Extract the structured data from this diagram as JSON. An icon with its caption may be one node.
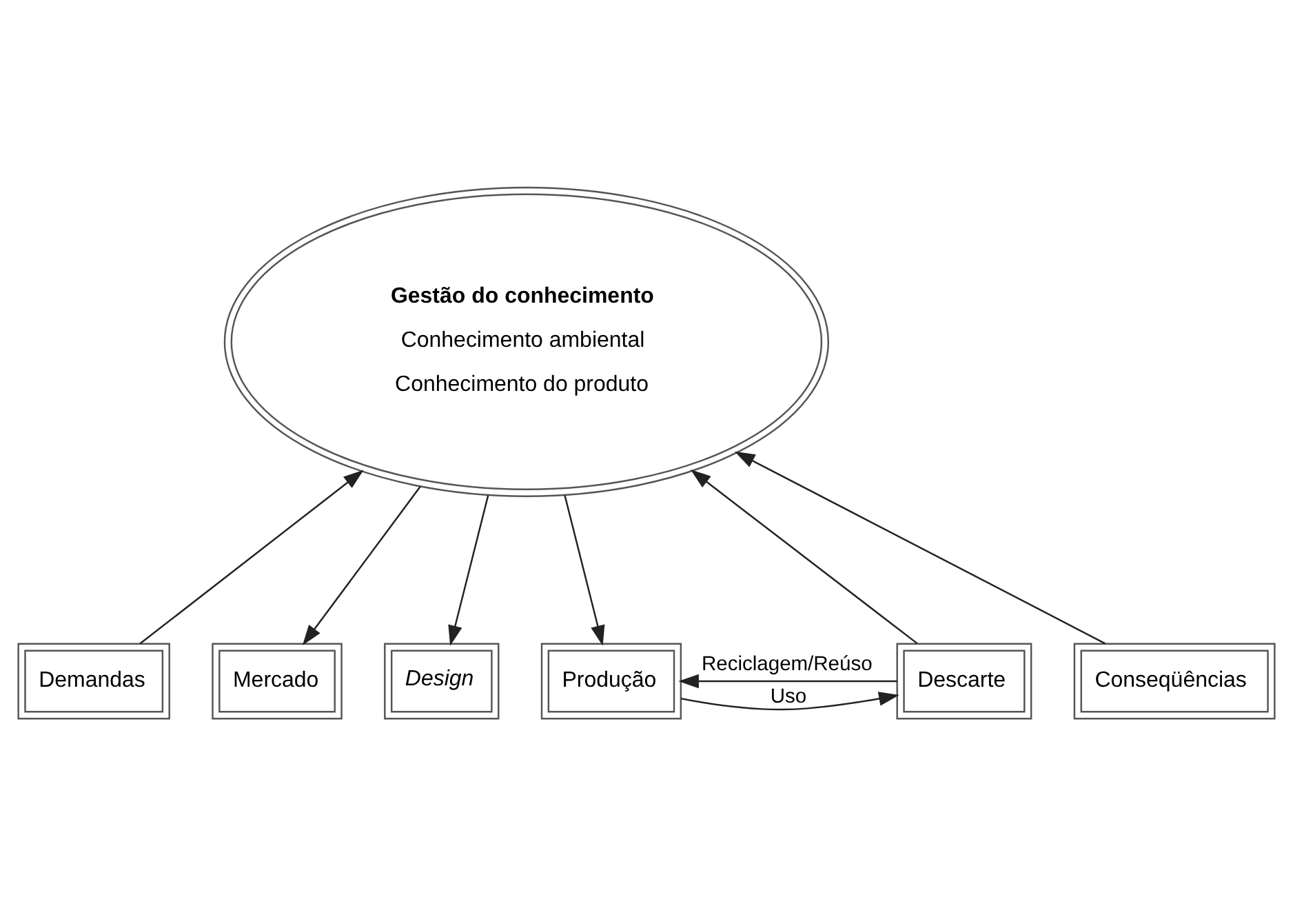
{
  "diagram": {
    "nodes": [
      {
        "text": [
          "Gestão do conhecimento",
          "Conhecimento ambiental",
          "Conhecimento do produto"
        ]
      },
      {
        "text": [
          "Demandas"
        ]
      },
      {
        "text": [
          "Mercado"
        ]
      },
      {
        "text": [
          "Design"
        ]
      },
      {
        "text": [
          "Produção"
        ]
      },
      {
        "text": [
          "Descarte"
        ]
      },
      {
        "text": [
          "Conseqüências"
        ]
      }
    ],
    "edges": [
      {
        "from": 1,
        "to": 0,
        "arrow": "to"
      },
      {
        "from": 0,
        "to": 2,
        "arrow": "to"
      },
      {
        "from": 0,
        "to": 3,
        "arrow": "to"
      },
      {
        "from": 0,
        "to": 4,
        "arrow": "to"
      },
      {
        "from": 5,
        "to": 0,
        "arrow": "to"
      },
      {
        "from": 6,
        "to": 0,
        "arrow": "to"
      },
      {
        "from": 4,
        "to": 5,
        "arrow": "to",
        "label": "Uso"
      },
      {
        "from": 5,
        "to": 4,
        "arrow": "to",
        "label": "Reciclagem/Reúso"
      }
    ]
  }
}
